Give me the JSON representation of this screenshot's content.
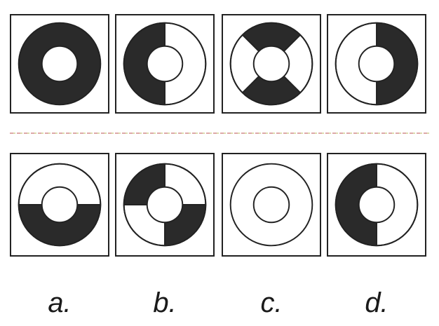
{
  "colors": {
    "dark": "#2a2a2a",
    "light": "#ffffff",
    "stroke": "#222222",
    "dash_a": "#d28c8c",
    "dash_b": "#c8c87a"
  },
  "question_row": [
    {
      "id": "q1",
      "pattern": "full-dark"
    },
    {
      "id": "q2",
      "pattern": "left-half-dark"
    },
    {
      "id": "q3",
      "pattern": "top-bottom-quadrants-dark"
    },
    {
      "id": "q4",
      "pattern": "right-half-dark"
    }
  ],
  "answer_row": [
    {
      "id": "a",
      "pattern": "bottom-half-dark"
    },
    {
      "id": "b",
      "pattern": "top-left-bottom-right-dark"
    },
    {
      "id": "c",
      "pattern": "all-white"
    },
    {
      "id": "d",
      "pattern": "left-half-dark"
    }
  ],
  "labels": {
    "a": "a.",
    "b": "b.",
    "c": "c.",
    "d": "d."
  }
}
